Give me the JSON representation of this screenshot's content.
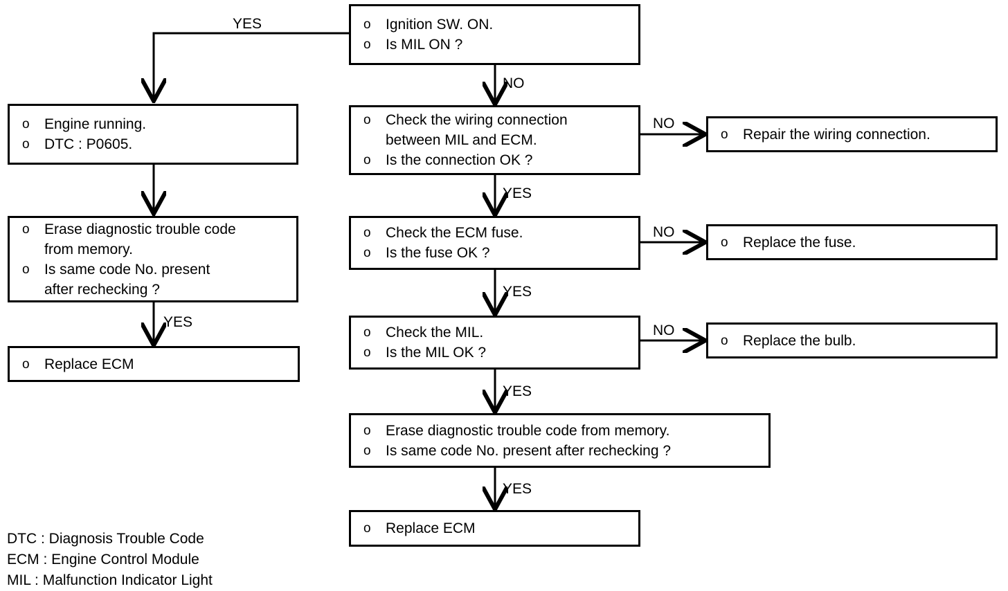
{
  "diagram": {
    "title": "DTC P0605 diagnostic flow chart",
    "bullet": "o",
    "nodes": [
      {
        "id": "ignition",
        "lines": [
          {
            "bullet": "o",
            "text": "Ignition SW. ON."
          },
          {
            "bullet": "o",
            "text": "Is MIL ON ?"
          }
        ]
      },
      {
        "id": "engine-running",
        "lines": [
          {
            "bullet": "o",
            "text": "Engine running."
          },
          {
            "bullet": "o",
            "text": "DTC : P0605."
          }
        ]
      },
      {
        "id": "check-wiring",
        "lines": [
          {
            "bullet": "o",
            "text": "Check the wiring connection"
          },
          {
            "bullet": "",
            "text": "between MIL and ECM."
          },
          {
            "bullet": "o",
            "text": "Is the connection OK ?"
          }
        ]
      },
      {
        "id": "repair-wiring",
        "lines": [
          {
            "bullet": "o",
            "text": "Repair the wiring connection."
          }
        ]
      },
      {
        "id": "erase-left",
        "lines": [
          {
            "bullet": "o",
            "text": "Erase diagnostic trouble code"
          },
          {
            "bullet": "",
            "text": "from memory."
          },
          {
            "bullet": "o",
            "text": "Is same code No. present"
          },
          {
            "bullet": "",
            "text": "after rechecking ?"
          }
        ]
      },
      {
        "id": "check-ecm-fuse",
        "lines": [
          {
            "bullet": "o",
            "text": "Check the ECM fuse."
          },
          {
            "bullet": "o",
            "text": "Is the fuse OK ?"
          }
        ]
      },
      {
        "id": "replace-fuse",
        "lines": [
          {
            "bullet": "o",
            "text": "Replace the fuse."
          }
        ]
      },
      {
        "id": "replace-ecm-left",
        "lines": [
          {
            "bullet": "o",
            "text": "Replace ECM"
          }
        ]
      },
      {
        "id": "check-mil",
        "lines": [
          {
            "bullet": "o",
            "text": "Check the MIL."
          },
          {
            "bullet": "o",
            "text": "Is the MIL OK ?"
          }
        ]
      },
      {
        "id": "replace-bulb",
        "lines": [
          {
            "bullet": "o",
            "text": "Replace the bulb."
          }
        ]
      },
      {
        "id": "erase-center",
        "lines": [
          {
            "bullet": "o",
            "text": "Erase diagnostic trouble code from memory."
          },
          {
            "bullet": "o",
            "text": "Is same code No. present after rechecking ?"
          }
        ]
      },
      {
        "id": "replace-ecm-center",
        "lines": [
          {
            "bullet": "o",
            "text": "Replace ECM"
          }
        ]
      }
    ],
    "edges": [
      {
        "id": "yes-to-engine",
        "label": "YES"
      },
      {
        "id": "no-to-check-wiring",
        "label": "NO"
      },
      {
        "id": "no-to-repair-wiring",
        "label": "NO"
      },
      {
        "id": "yes-to-check-fuse",
        "label": "YES"
      },
      {
        "id": "no-to-replace-fuse",
        "label": "NO"
      },
      {
        "id": "yes-to-check-mil",
        "label": "YES"
      },
      {
        "id": "no-to-replace-bulb",
        "label": "NO"
      },
      {
        "id": "yes-to-erase-center",
        "label": "YES"
      },
      {
        "id": "yes-to-replace-ecm-center",
        "label": "YES"
      },
      {
        "id": "engine-to-erase-left",
        "label": ""
      },
      {
        "id": "yes-to-replace-ecm-left",
        "label": "YES"
      }
    ],
    "legend": [
      "DTC : Diagnosis Trouble Code",
      "ECM : Engine Control Module",
      "MIL : Malfunction Indicator Light"
    ],
    "colors": {
      "stroke": "#000000",
      "background": "#ffffff",
      "text": "#000000"
    }
  }
}
